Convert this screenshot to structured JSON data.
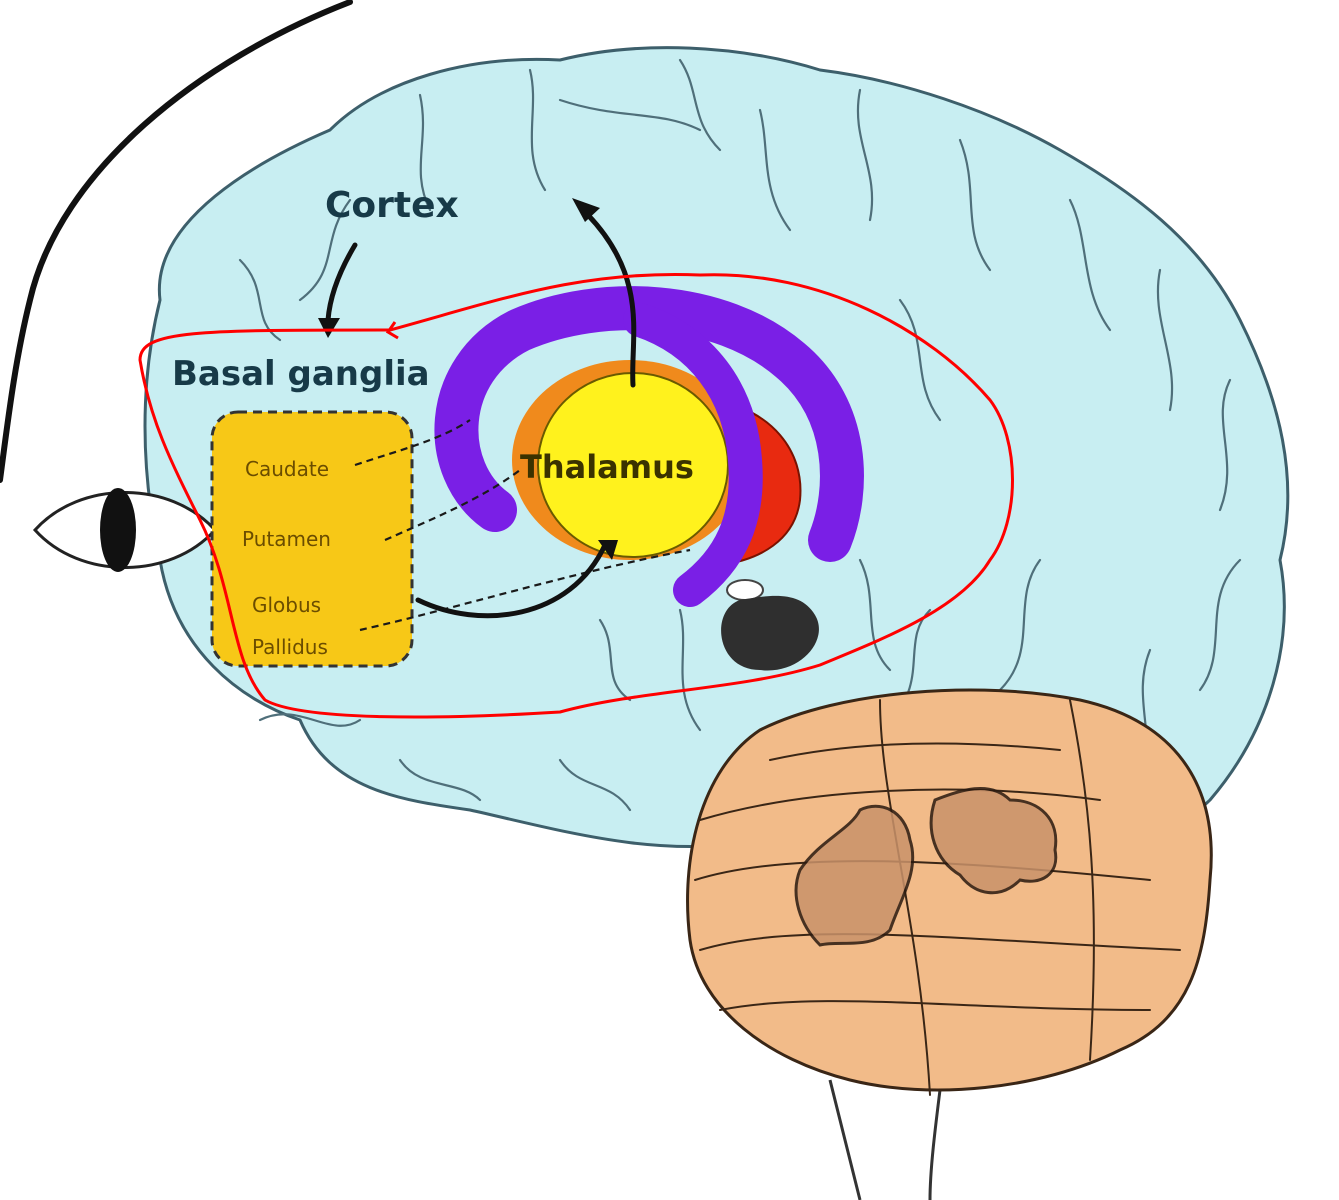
{
  "labels": {
    "cortex": "Cortex",
    "basal_ganglia": "Basal ganglia",
    "caudate": "Caudate",
    "putamen": "Putamen",
    "globus": "Globus",
    "pallidus": "Pallidus",
    "thalamus": "Thalamus"
  },
  "colors": {
    "brain": "#c8eef2",
    "brain_outline": "#3d5f6b",
    "basal_ganglia_box": "#f7c817",
    "thalamus": "#fff21d",
    "thalamus_ring": "#f08a1c",
    "red_region": "#e82a10",
    "caudate_arc": "#7a1fe6",
    "cerebellum": "#f2bb89",
    "highlight_outline": "#ff0000"
  }
}
